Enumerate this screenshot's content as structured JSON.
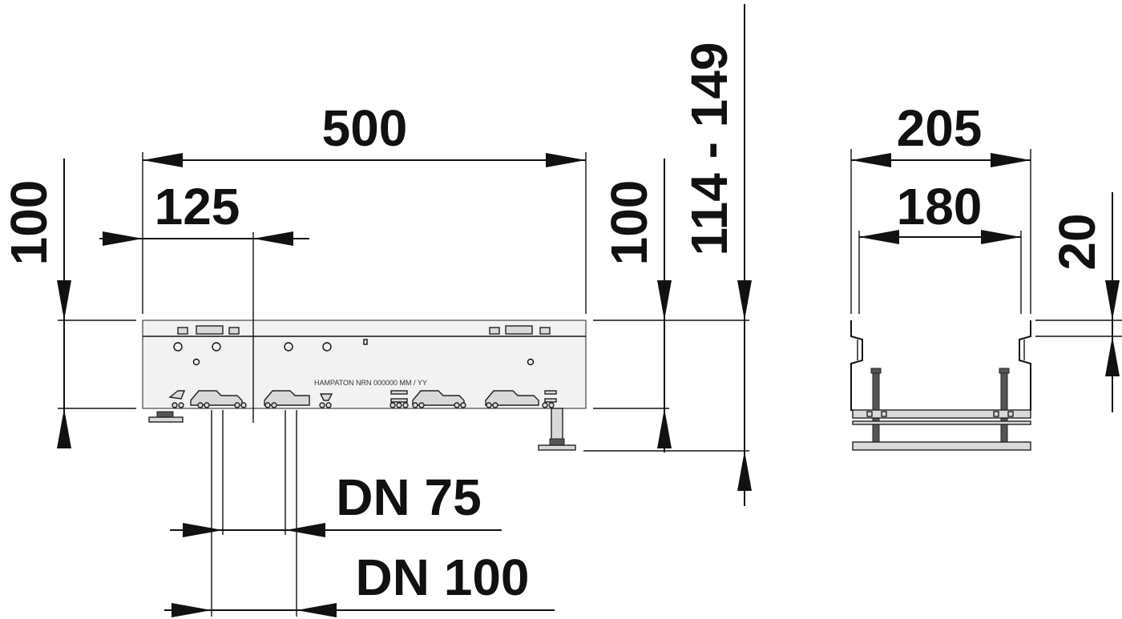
{
  "dimensions": {
    "length": "500",
    "offset": "125",
    "height_left": "100",
    "height_right": "100",
    "total_height": "114 - 149",
    "outer_width": "205",
    "inner_width": "180",
    "flange": "20",
    "dn75": "DN 75",
    "dn100": "DN 100"
  },
  "body_marking": "HAMPATON  NRN 000000  MM / YY"
}
